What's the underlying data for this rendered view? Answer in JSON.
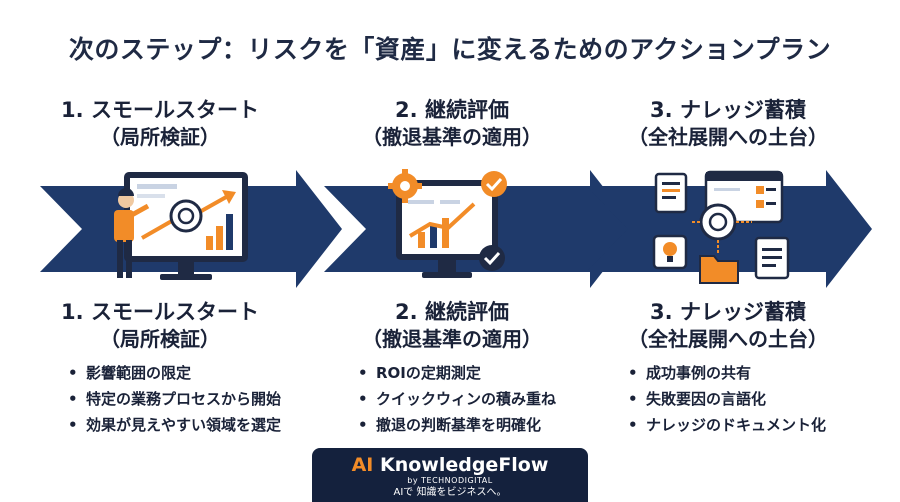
{
  "title": "次のステップ：リスクを「資産」に変えるためのアクションプラン",
  "steps": [
    {
      "heading": "1. スモールスタート",
      "subheading": "（局所検証）",
      "bullets": [
        "影響範囲の限定",
        "特定の業務プロセスから開始",
        "効果が見えやすい領域を選定"
      ]
    },
    {
      "heading": "2. 継続評価",
      "subheading": "（撤退基準の適用）",
      "bullets": [
        "ROIの定期測定",
        "クイックウィンの積み重ね",
        "撤退の判断基準を明確化"
      ]
    },
    {
      "heading": "3. ナレッジ蓄積",
      "subheading": "（全社展開への土台）",
      "bullets": [
        "成功事例の共有",
        "失敗要因の言語化",
        "ナレッジのドキュメント化"
      ]
    }
  ],
  "brand": {
    "prefix": "AI",
    "name": " KnowledgeFlow",
    "byline": "by TECHNODIGITAL",
    "tagline": "AIで 知識をビジネスへ。"
  },
  "colors": {
    "navy": "#1f3a6b",
    "dark": "#14213d",
    "accent": "#f28c28"
  },
  "icons": [
    "presenter-icon",
    "chatgpt-logo-icon",
    "gear-icon",
    "growth-chart-icon",
    "check-icon",
    "document-icon",
    "lightbulb-icon",
    "folder-icon"
  ]
}
